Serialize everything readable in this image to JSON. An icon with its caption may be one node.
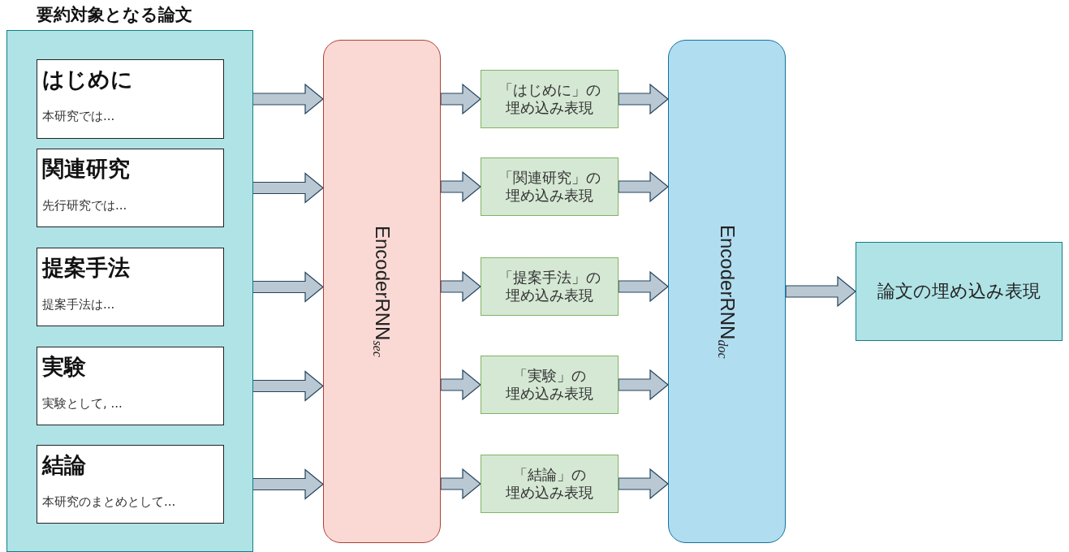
{
  "diagram": {
    "nodes": [
      {
        "text": [
          "要約対象となる論文"
        ]
      },
      {
        "text": [
          "はじめに",
          "本研究では..."
        ],
        "in": 0
      },
      {
        "text": [
          "関連研究",
          "先行研究では..."
        ],
        "in": 0
      },
      {
        "text": [
          "提案手法",
          "提案手法は..."
        ],
        "in": 0
      },
      {
        "text": [
          "実験",
          "実験として, ..."
        ],
        "in": 0
      },
      {
        "text": [
          "結論",
          "本研究のまとめとして..."
        ],
        "in": 0
      },
      {
        "text": [
          "EncoderRNN$_{sec}$"
        ]
      },
      {
        "text": [
          "「はじめに」の埋め込み表現"
        ]
      },
      {
        "text": [
          "「関連研究」の埋め込み表現"
        ]
      },
      {
        "text": [
          "「提案手法」の埋め込み表現"
        ]
      },
      {
        "text": [
          "「実験」の埋め込み表現"
        ]
      },
      {
        "text": [
          "「結論」の埋め込み表現"
        ]
      },
      {
        "text": [
          "EncoderRNN$_{doc}$"
        ]
      },
      {
        "text": [
          "論文の埋め込み表現"
        ]
      }
    ],
    "edges": [
      {
        "from": 1,
        "to": 6,
        "arrow": "to"
      },
      {
        "from": 2,
        "to": 6,
        "arrow": "to"
      },
      {
        "from": 3,
        "to": 6,
        "arrow": "to"
      },
      {
        "from": 4,
        "to": 6,
        "arrow": "to"
      },
      {
        "from": 5,
        "to": 6,
        "arrow": "to"
      },
      {
        "from": 6,
        "to": 7,
        "arrow": "to"
      },
      {
        "from": 6,
        "to": 8,
        "arrow": "to"
      },
      {
        "from": 6,
        "to": 9,
        "arrow": "to"
      },
      {
        "from": 6,
        "to": 10,
        "arrow": "to"
      },
      {
        "from": 6,
        "to": 11,
        "arrow": "to"
      },
      {
        "from": 7,
        "to": 12,
        "arrow": "to"
      },
      {
        "from": 8,
        "to": 12,
        "arrow": "to"
      },
      {
        "from": 9,
        "to": 12,
        "arrow": "to"
      },
      {
        "from": 10,
        "to": 12,
        "arrow": "to"
      },
      {
        "from": 11,
        "to": 12,
        "arrow": "to"
      },
      {
        "from": 12,
        "to": 13,
        "arrow": "to"
      }
    ]
  }
}
